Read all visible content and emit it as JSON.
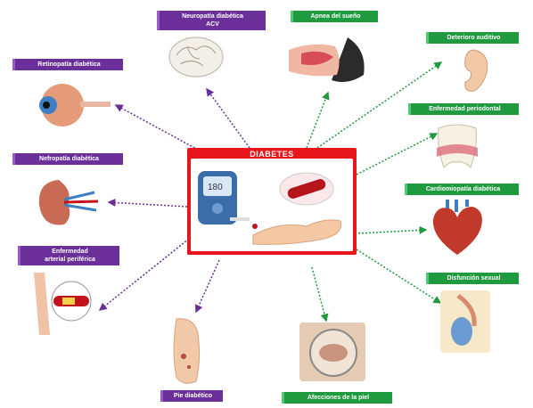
{
  "center": {
    "title": "DIABETES"
  },
  "nodes": {
    "neuropatia": "Neuropatía diabética\nACV",
    "apnea": "Apnea del sueño",
    "retinopatia": "Retinopatía diabética",
    "deterioro_auditivo": "Deterioro auditivo",
    "periodontal": "Enfermedad periodontal",
    "nefropatia": "Nefropatía diabética",
    "cardiomiopatia": "Cardiomiopatía diabética",
    "arterial": "Enfermedad\narterial periférica",
    "disfuncion": "Disfunción sexual",
    "pie": "Pie diabético",
    "piel": "Afecciones de la piel"
  },
  "colors": {
    "left_branch": "#6a2f99",
    "right_branch": "#1f9a3e",
    "center": "#e7161c"
  }
}
